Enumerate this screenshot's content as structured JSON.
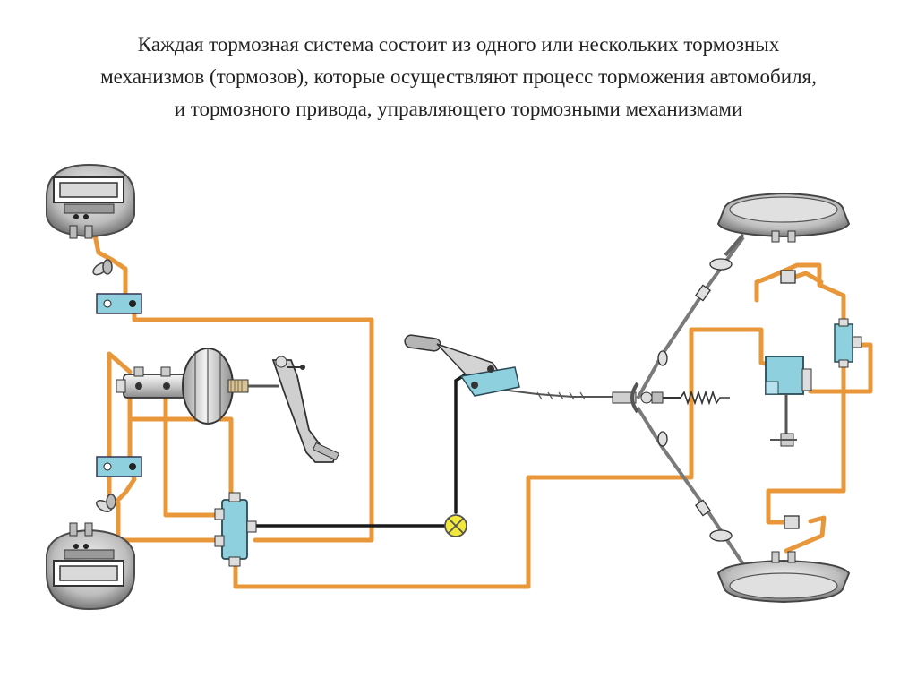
{
  "title": {
    "lines": [
      "Каждая тормозная система состоит из одного или нескольких тормозных",
      "механизмов (тормозов), которые осуществляют процесс торможения автомобиля,",
      "и тормозного привода, управляющего тормозными механизмами"
    ]
  },
  "colors": {
    "brake_line": "#e8983a",
    "cable": "#1a1a1a",
    "metal_light": "#e8e8e8",
    "metal_dark": "#6a6a6a",
    "regulator": "#8fd0df",
    "lamp": "#f2e83a",
    "background": "#ffffff"
  },
  "components": {
    "front_left_brake": "disc-brake-caliper-icon",
    "rear_right_brake": "drum-brake-icon",
    "master_cylinder": "master-cylinder-icon",
    "vacuum_booster": "vacuum-booster-icon",
    "brake_pedal": "brake-pedal-icon",
    "parking_lever": "parking-brake-lever-icon",
    "pressure_regulator": "pressure-regulator-icon",
    "warning_lamp": "warning-lamp-icon"
  }
}
